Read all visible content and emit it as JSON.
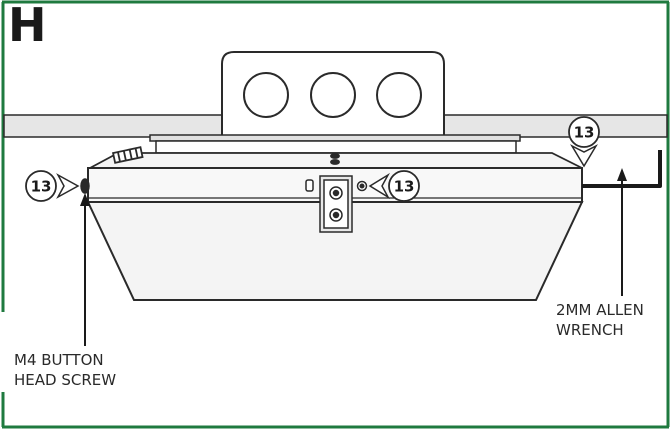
{
  "panel": {
    "letter": "H"
  },
  "colors": {
    "frame": "#1f7a3f",
    "line": "#2a2a2a",
    "fill": "#f2f2f2",
    "ceiling": "#e6e6e6"
  },
  "callouts": [
    {
      "id": "left",
      "number": "13"
    },
    {
      "id": "center",
      "number": "13"
    },
    {
      "id": "top-right",
      "number": "13"
    }
  ],
  "labels": {
    "screw": [
      "M4 BUTTON",
      "HEAD SCREW"
    ],
    "wrench": [
      "2MM ALLEN",
      "WRENCH"
    ]
  }
}
